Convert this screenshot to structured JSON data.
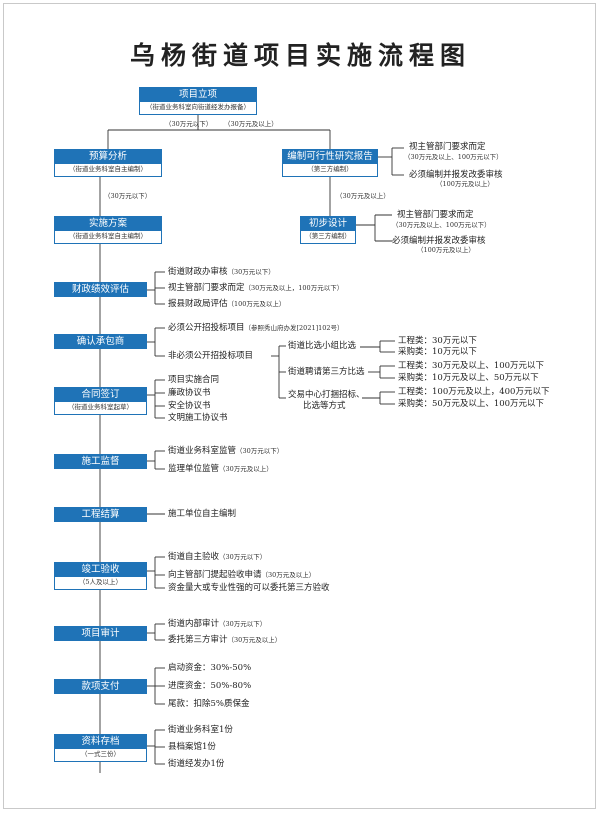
{
  "title": "乌杨街道项目实施流程图",
  "nodes": {
    "lixiang": {
      "label": "项目立项",
      "sub": "（街道业务科室向街道经发办报备）"
    },
    "yusuan": {
      "label": "预算分析",
      "sub": "（街道业务科室自主编制）"
    },
    "kexing": {
      "label": "编制可行性研究报告",
      "sub": "（第三方编制）"
    },
    "shishi": {
      "label": "实施方案",
      "sub": "（街道业务科室自主编制）"
    },
    "chubu": {
      "label": "初步设计",
      "sub": "（第三方编制）"
    },
    "caizheng": {
      "label": "财政绩效评估"
    },
    "chengbao": {
      "label": "确认承包商"
    },
    "hetong": {
      "label": "合同签订",
      "sub": "（街道业务科室起草）"
    },
    "jiandu": {
      "label": "施工监督"
    },
    "jiesuan": {
      "label": "工程结算"
    },
    "jungong": {
      "label": "竣工验收",
      "sub": "（5人及以上）"
    },
    "shenji": {
      "label": "项目审计"
    },
    "kuanxiang": {
      "label": "款项支付"
    },
    "cundang": {
      "label": "资料存档",
      "sub": "（一式三份）"
    }
  },
  "branch": {
    "left": "（30万元以下）",
    "right": "（30万元及以上）"
  },
  "mid_branch": {
    "left": "（30万元以下）",
    "right": "（30万元及以上）"
  },
  "kexing_notes": [
    {
      "main": "视主管部门要求而定",
      "sub": "（30万元及以上、100万元以下）"
    },
    {
      "main": "必须编制并报发改委审核",
      "sub": "（100万元及以上）"
    }
  ],
  "chubu_notes": [
    {
      "main": "视主管部门要求而定",
      "sub": "（30万元及以上、100万元以下）"
    },
    {
      "main": "必须编制并报发改委审核",
      "sub": "（100万元及以上）"
    }
  ],
  "caizheng_items": [
    {
      "main": "街道财政办审核",
      "sub": "（30万元以下）"
    },
    {
      "main": "视主管部门要求而定",
      "sub": "（30万元及以上，100万元以下）"
    },
    {
      "main": "报县财政局评估",
      "sub": "（100万元及以上）"
    }
  ],
  "chengbao": {
    "must": {
      "main": "必须公开招投标项目",
      "sub": "（参照秀山府办发[2021]102号）"
    },
    "nonmust": "非必须公开招投标项目",
    "methods": [
      {
        "label": "街道比选小组比选",
        "rows": [
          "工程类：30万元以下",
          "采购类：10万元以下"
        ]
      },
      {
        "label": "街道聘请第三方比选",
        "rows": [
          "工程类：30万元及以上、100万元以下",
          "采购类：10万元及以上、50万元以下"
        ]
      },
      {
        "label": "交易中心打捆招标、",
        "label2": "比选等方式",
        "rows": [
          "工程类：100万元及以上，400万元以下",
          "采购类：50万元及以上、100万元以下"
        ]
      }
    ]
  },
  "hetong_items": [
    "项目实施合同",
    "廉政协议书",
    "安全协议书",
    "文明施工协议书"
  ],
  "jiandu_items": [
    {
      "main": "街道业务科室监管",
      "sub": "（30万元以下）"
    },
    {
      "main": "监理单位监管",
      "sub": "（30万元及以上）"
    }
  ],
  "jiesuan_item": "施工单位自主编制",
  "jungong_items": [
    {
      "main": "街道自主验收",
      "sub": "（30万元以下）"
    },
    {
      "main": "向主管部门提起验收申请",
      "sub": "（30万元及以上）"
    },
    {
      "main": "资金量大或专业性强的可以委托第三方验收",
      "sub": ""
    }
  ],
  "shenji_items": [
    {
      "main": "街道内部审计",
      "sub": "（30万元以下）"
    },
    {
      "main": "委托第三方审计",
      "sub": "（30万元及以上）"
    }
  ],
  "kuanxiang_items": [
    "启动资金：30%-50%",
    "进度资金：50%-80%",
    "尾款：扣除5%质保金"
  ],
  "cundang_items": [
    "街道业务科室1份",
    "县档案馆1份",
    "街道经发办1份"
  ]
}
